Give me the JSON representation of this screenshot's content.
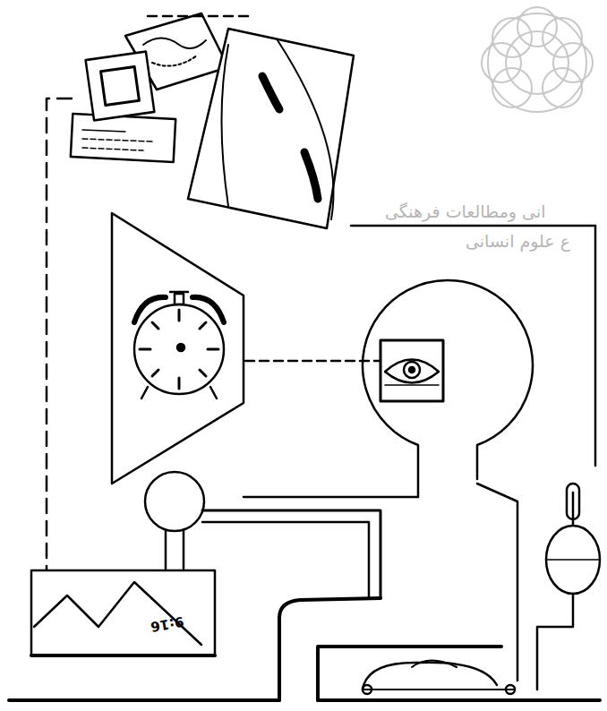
{
  "diagram": {
    "labels": [
      "9:16",
      "انی ومطالعات فرهنگی",
      "ع علوم انسانی"
    ]
  }
}
